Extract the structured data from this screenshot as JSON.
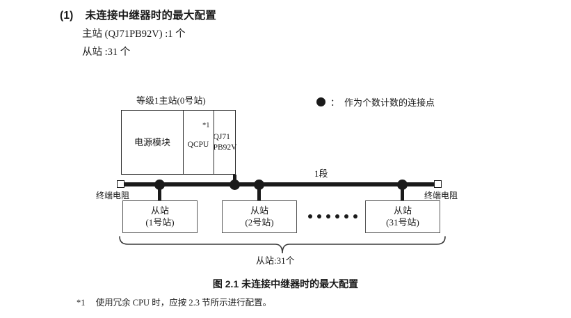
{
  "section": {
    "number": "(1)",
    "title": "未连接中继器时的最大配置",
    "lines": [
      "主站 (QJ71PB92V) :1 个",
      "从站 :31 个"
    ]
  },
  "diagram": {
    "master_label": "等级1主站(0号站)",
    "rack_cells": [
      {
        "text": "电源模块",
        "sup": ""
      },
      {
        "text": "QCPU",
        "sup": "*1"
      },
      {
        "text": "QJ71\nPB92V",
        "sup": ""
      }
    ],
    "rack_cell_power": "电源模块",
    "rack_cell_cpu": "QCPU",
    "rack_cell_cpu_sup": "*1",
    "rack_cell_net_line1": "QJ71",
    "rack_cell_net_line2": "PB92V",
    "segment_label": "1段",
    "terminator_left": "终端电阻",
    "terminator_right": "终端电阻",
    "slaves": [
      {
        "title": "从站",
        "station": "(1号站)"
      },
      {
        "title": "从站",
        "station": "(2号站)"
      },
      {
        "title": "从站",
        "station": "(31号站)"
      }
    ],
    "ellipsis_dot_count": 6,
    "brace_label": "从站:31个",
    "legend": {
      "symbol": "filled-circle",
      "separator": "：",
      "text": "作为个数计数的连接点"
    },
    "colors": {
      "line": "#1a1a1a",
      "rack_border": "#2b2b2b",
      "slave_border": "#555555",
      "background": "#ffffff"
    }
  },
  "caption": "图 2.1  未连接中继器时的最大配置",
  "footnote": {
    "mark": "*1",
    "text": "使用冗余 CPU 时，应按 2.3 节所示进行配置。"
  }
}
